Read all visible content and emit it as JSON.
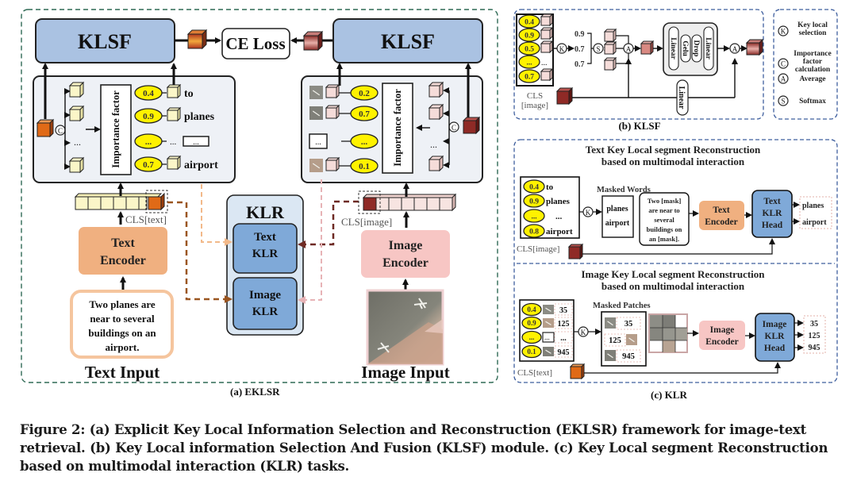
{
  "panel_a": {
    "caption": "(a)  EKLSR",
    "klsf_left": "KLSF",
    "klsf_right": "KLSF",
    "ce_loss": "CE Loss",
    "importance_factor": "Importance factor",
    "text_scores": [
      "0.4",
      "0.9",
      "...",
      "0.7"
    ],
    "text_words": [
      "to",
      "planes",
      "...",
      "airport"
    ],
    "image_scores": [
      "0.2",
      "0.7",
      "...",
      "0.1"
    ],
    "dots": "...",
    "cls_text": "CLS[text]",
    "cls_image": "CLS[image]",
    "text_encoder": [
      "Text",
      "Encoder"
    ],
    "image_encoder": [
      "Image",
      "Encoder"
    ],
    "text_input_lines": [
      "Two planes are",
      "near to several",
      "buildings on an",
      "airport."
    ],
    "text_input_label": "Text Input",
    "image_input_label": "Image Input",
    "klr_title": "KLR",
    "text_klr": [
      "Text",
      "KLR"
    ],
    "image_klr": [
      "Image",
      "KLR"
    ],
    "c_symbol": "C"
  },
  "panel_b": {
    "caption": "(b) KLSF",
    "scores": [
      "0.4",
      "0.9",
      "0.5",
      "...",
      "0.7"
    ],
    "cls_label": [
      "CLS",
      "[image]"
    ],
    "k_symbol": "K",
    "s_symbol": "S",
    "a_symbol": "A",
    "softmax_values": [
      "0.9",
      "0.7",
      "0.7"
    ],
    "times": "×",
    "mlp_blocks": [
      "Linear",
      "Gelu",
      "Drop",
      "Linear"
    ],
    "linear_bottom": "Linear"
  },
  "legend": {
    "items": [
      {
        "symbol": "K",
        "label": [
          "Key local",
          "selection"
        ]
      },
      {
        "symbol": "C",
        "label": [
          "Importance",
          "factor",
          "calculation"
        ]
      },
      {
        "symbol": "A",
        "label": [
          "Average"
        ]
      },
      {
        "symbol": "S",
        "label": [
          "Softmax"
        ]
      }
    ]
  },
  "panel_c": {
    "caption": "(c) KLR",
    "text_section": {
      "title": [
        "Text Key Local segment Reconstruction",
        "based on multimodal interaction"
      ],
      "scores": [
        "0.4",
        "0.9",
        "...",
        "0.8"
      ],
      "words": [
        "to",
        "planes",
        "...",
        "airport"
      ],
      "masked_words_label": "Masked Words",
      "masked_words": [
        "planes",
        "airport"
      ],
      "masked_sentence": [
        "Two [mask]",
        "are near to",
        "several",
        "buildings on",
        "an [mask]."
      ],
      "encoder": [
        "Text",
        "Encoder"
      ],
      "head": [
        "Text",
        "KLR",
        "Head"
      ],
      "outputs": [
        "planes",
        "airport"
      ],
      "cls_label": "CLS[image]"
    },
    "image_section": {
      "title": [
        "Image Key Local segment Reconstruction",
        "based on multimodal interaction"
      ],
      "scores": [
        "0.4",
        "0.9",
        "...",
        "0.1"
      ],
      "patch_ids": [
        "35",
        "125",
        "...",
        "945"
      ],
      "masked_patches_label": "Masked Patches",
      "masked_ids": [
        "35",
        "125",
        "945"
      ],
      "encoder": [
        "Image",
        "Encoder"
      ],
      "head": [
        "Image",
        "KLR",
        "Head"
      ],
      "outputs": [
        "35",
        "125",
        "945"
      ],
      "cls_label": "CLS[text]"
    }
  },
  "figure_caption": "Figure 2: (a) Explicit Key Local Information Selection and Reconstruction (EKLSR) framework for image-text retrieval. (b) Key Local information Selection And Fusion (KLSF) module. (c) Key Local segment Reconstruction based on multimodal interaction (KLR) tasks.",
  "colors": {
    "klsf_fill": "#aac2e2",
    "klr_fill": "#7fa9d8",
    "klr_outer": "#dbe7f3",
    "text_encoder": "#f0b080",
    "image_encoder": "#f7c6c4",
    "score_fill": "#fff200",
    "frame_green": "#2f6a55",
    "frame_blue": "#3f5f9e",
    "cls_text_cube": "#e06a17",
    "cls_image_cube": "#8f2a26"
  }
}
